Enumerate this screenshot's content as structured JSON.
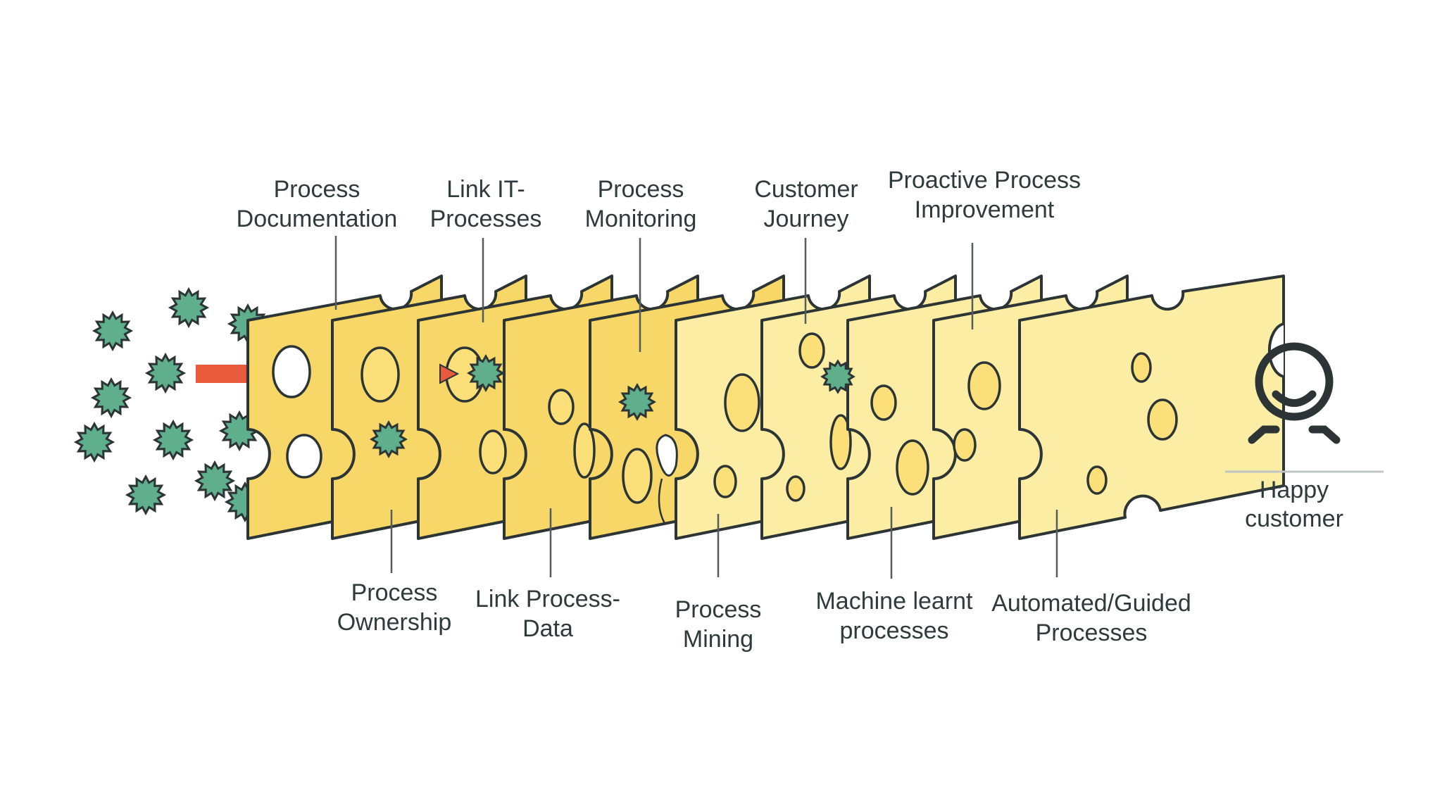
{
  "labels_top": [
    {
      "line1": "Process",
      "line2": "Documentation"
    },
    {
      "line1": "Link IT-",
      "line2": "Processes"
    },
    {
      "line1": "Process",
      "line2": "Monitoring"
    },
    {
      "line1": "Customer",
      "line2": "Journey"
    },
    {
      "line1": "Proactive Process",
      "line2": "Improvement"
    }
  ],
  "labels_bottom": [
    {
      "line1": "Process",
      "line2": "Ownership"
    },
    {
      "line1": "Link Process-",
      "line2": "Data"
    },
    {
      "line1": "Process",
      "line2": "Mining"
    },
    {
      "line1": "Machine learnt",
      "line2": "processes"
    },
    {
      "line1": "Automated/Guided",
      "line2": "Processes"
    }
  ],
  "customer": {
    "line1": "Happy",
    "line2": "customer",
    "icon": "smiley-face-icon"
  },
  "colors": {
    "slice_dark": "#f7d767",
    "slice_light": "#fbeda3",
    "outline": "#2c3436",
    "virus": "#5fae8c",
    "arrow": "#e9593b",
    "leader_line": "#555c5e"
  }
}
